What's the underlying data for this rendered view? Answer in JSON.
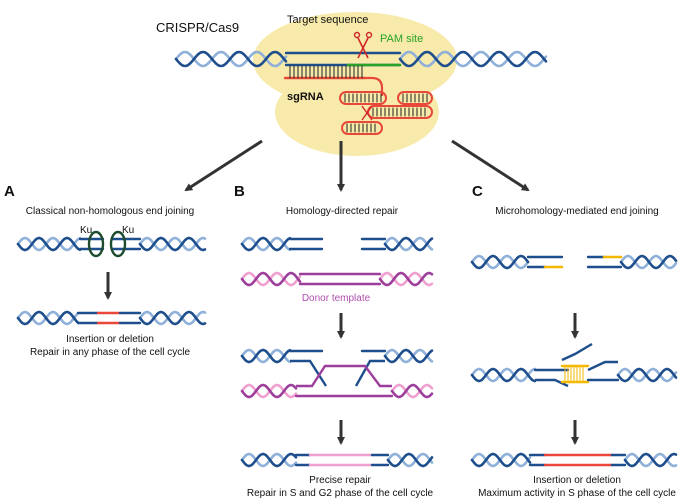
{
  "header": {
    "system": "CRISPR/Cas9",
    "target": "Target sequence",
    "pam": "PAM site",
    "sgrna": "sgRNA"
  },
  "panels": [
    {
      "letter": "A",
      "title": "Classical non-homologous end joining",
      "protein": "Ku",
      "outcome": "Insertion or deletion",
      "note": "Repair in any phase of the cell cycle"
    },
    {
      "letter": "B",
      "title": "Homology-directed repair",
      "template": "Donor template",
      "outcome": "Precise repair",
      "note": "Repair in S and G2 phase of the cell cycle"
    },
    {
      "letter": "C",
      "title": "Microhomology-mediated end joining",
      "outcome": "Insertion or deletion",
      "note": "Maximum activity in S phase of the cell cycle"
    }
  ],
  "colors": {
    "dna_dark": "#1f4e8c",
    "dna_light": "#8fb0d8",
    "donor_dark": "#9c3f9c",
    "donor_light": "#f0a0d0",
    "edit_red": "#e8473a",
    "pam_green": "#29a329",
    "microhomology": "#f5b800",
    "cas9_bg": "#f7eaaa",
    "arrow": "#333333"
  }
}
